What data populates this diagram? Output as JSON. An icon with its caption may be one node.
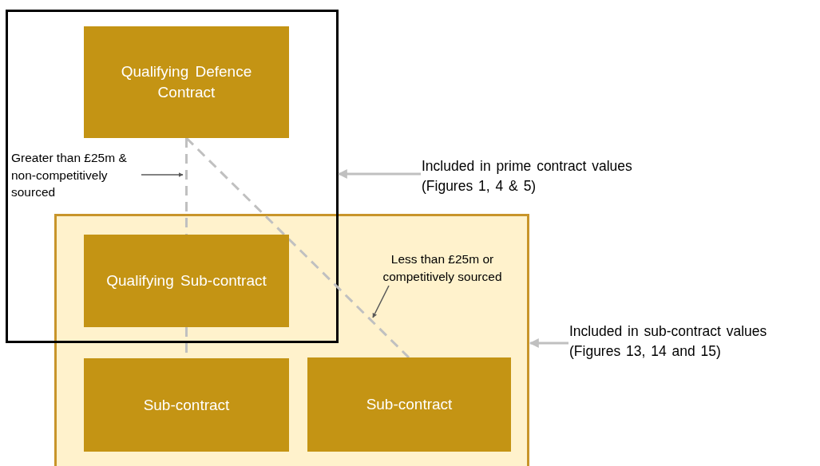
{
  "diagram": {
    "nodes": [
      {
        "text": [],
        "shape": "box"
      },
      {
        "text": [],
        "shape": "box"
      },
      {
        "text": [
          "Qualifying Defence Contract"
        ],
        "in": 0
      },
      {
        "text": [
          "Qualifying Sub-contract"
        ]
      },
      {
        "text": [
          "Sub-contract"
        ],
        "in": 1
      },
      {
        "text": [
          "Sub-contract"
        ],
        "in": 1
      },
      {
        "text": [
          "Greater than £25m & non-competitively sourced"
        ],
        "in": 0
      },
      {
        "text": [
          "Less than £25m or competitively sourced"
        ],
        "in": 1
      },
      {
        "text": [
          "Included in prime contract values (Figures 1, 4 & 5)"
        ]
      },
      {
        "text": [
          "Included in sub-contract values (Figures 13, 14 and 15)"
        ]
      }
    ],
    "edges": [
      {
        "from": 2,
        "to": 3,
        "arrow": "none",
        "style": "dashed"
      },
      {
        "from": 3,
        "to": 4,
        "arrow": "none",
        "style": "dashed"
      },
      {
        "from": 2,
        "to": 5,
        "arrow": "none",
        "style": "dashed"
      },
      {
        "from": 6,
        "to": null,
        "arrow": "to",
        "color": "#595959"
      },
      {
        "from": 7,
        "to": null,
        "arrow": "to",
        "color": "#595959"
      },
      {
        "from": 8,
        "to": 0,
        "arrow": "to"
      },
      {
        "from": 9,
        "to": 1,
        "arrow": "to"
      }
    ]
  }
}
